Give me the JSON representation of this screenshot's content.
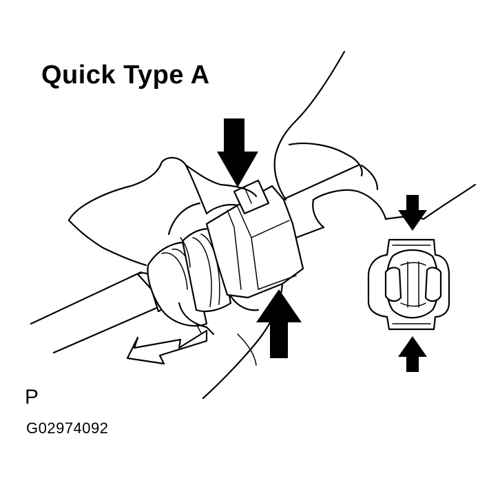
{
  "title": "Quick Type A",
  "view_letter": "P",
  "figure_code": "G02974092",
  "colors": {
    "ink": "#000000",
    "background": "#ffffff"
  }
}
